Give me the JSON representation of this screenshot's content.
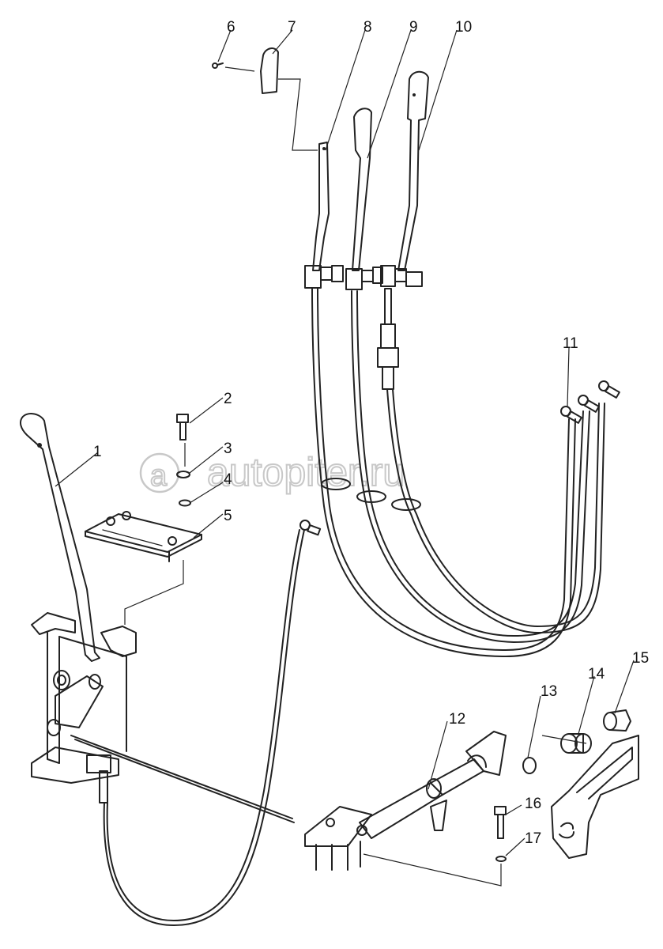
{
  "diagram": {
    "callouts": [
      "1",
      "2",
      "3",
      "4",
      "5",
      "6",
      "7",
      "8",
      "9",
      "10",
      "11",
      "12",
      "13",
      "14",
      "15",
      "16",
      "17"
    ]
  },
  "watermark": {
    "text": "autopiter.ru",
    "color": "#c8c8c8"
  },
  "colors": {
    "line": "#222222",
    "background": "#ffffff"
  }
}
